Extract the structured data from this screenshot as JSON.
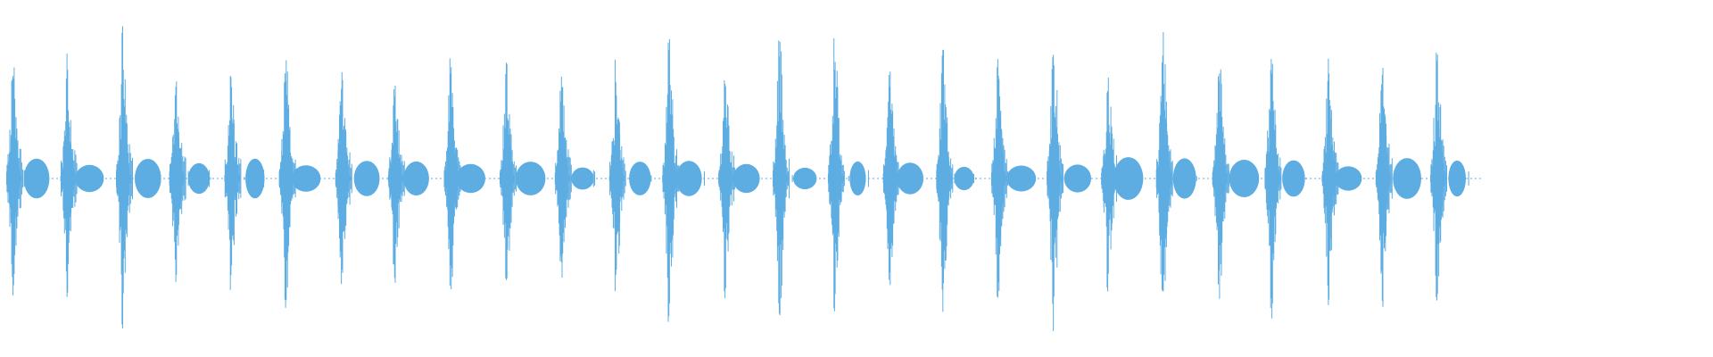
{
  "waveform": {
    "color": "#5dade2",
    "background": "#ffffff",
    "beat_count": 27,
    "amplitude": {
      "peak": 0.8,
      "mid": 0.45,
      "tail": 0.12,
      "baseline": 0.01
    }
  }
}
